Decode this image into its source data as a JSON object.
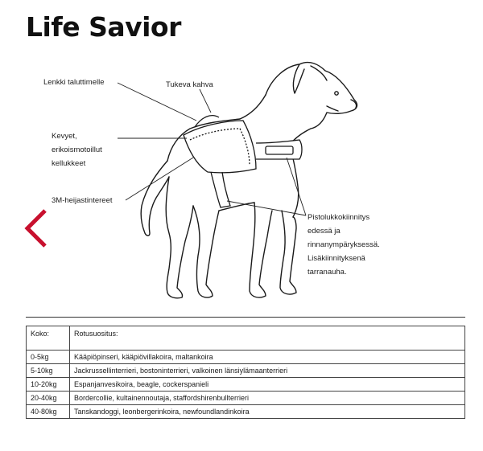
{
  "title": "Life Savior",
  "callouts": {
    "lenkki": "Lenkki taluttimelle",
    "kahva": "Tukeva kahva",
    "kellukkeet": [
      "Kevyet,",
      "erikoismotoillut",
      "kellukkeet"
    ],
    "heijastin": "3M-heijastintereet",
    "pistolukko": [
      "Pistolukkokiinnitys",
      "edessä ja",
      "rinnanympäryksessä.",
      "Lisäkiinnityksenä",
      "tarranauha."
    ]
  },
  "nav": {
    "prev_icon": "chevron-left-icon",
    "accent_color": "#c8102e"
  },
  "table": {
    "headers": [
      "Koko:",
      "Rotusuositus:"
    ],
    "rows": [
      [
        "0-5kg",
        "Kääpiöpinseri,  kääpiövillakoira, maltankoira"
      ],
      [
        "5-10kg",
        "Jackrussellinterrieri, bostoninterrieri, valkoinen länsiylämaanterrieri"
      ],
      [
        "10-20kg",
        "Espanjanvesikoira, beagle, cockerspanieli"
      ],
      [
        "20-40kg",
        "Bordercollie, kultainennoutaja, staffordshirenbullterrieri"
      ],
      [
        "40-80kg",
        "Tanskandoggi, leonbergerinkoira, newfoundlandinkoira"
      ]
    ]
  }
}
